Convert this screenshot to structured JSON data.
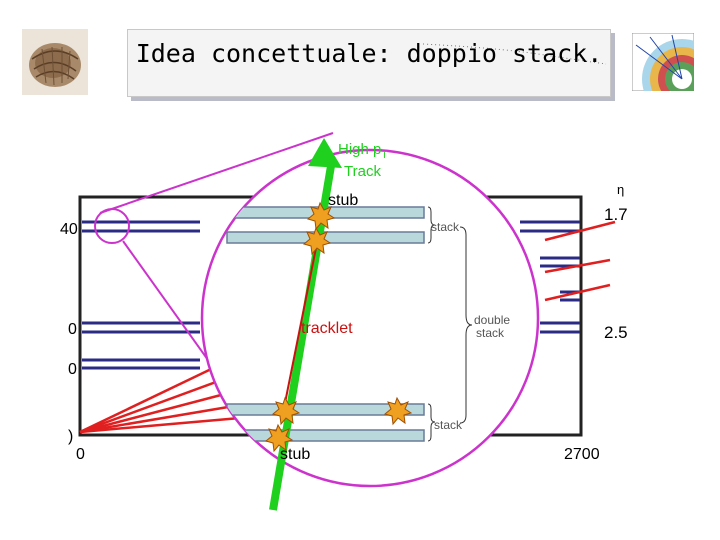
{
  "slide": {
    "title": "Idea concettuale: doppio stack."
  },
  "logos": {
    "left": "fossil-logo",
    "right": "cms-detector-logo"
  },
  "diagram": {
    "track_label_line1": "High p",
    "track_label_sub": "T",
    "track_label_line2": "Track",
    "stub_top": "stub",
    "stub_bottom": "stub",
    "stack_top": "stack",
    "stack_bottom": "stack",
    "double_stack_line1": "double",
    "double_stack_line2": "stack",
    "tracklet": "tracklet",
    "eta_symbol": "η",
    "eta_1": "1.7",
    "eta_2": "2.5",
    "axis_left_1": "40",
    "axis_left_2": "0",
    "axis_left_3": "0",
    "axis_left_4": ")",
    "axis_x_0": "0",
    "axis_x_max": "2700"
  },
  "colors": {
    "track": "#1fd01f",
    "layers": "#2b2b86",
    "zoom": "#cc33cc",
    "fan": "#e02020",
    "tracklet": "#cc1111",
    "layer_fill": "#b8d8dc"
  }
}
